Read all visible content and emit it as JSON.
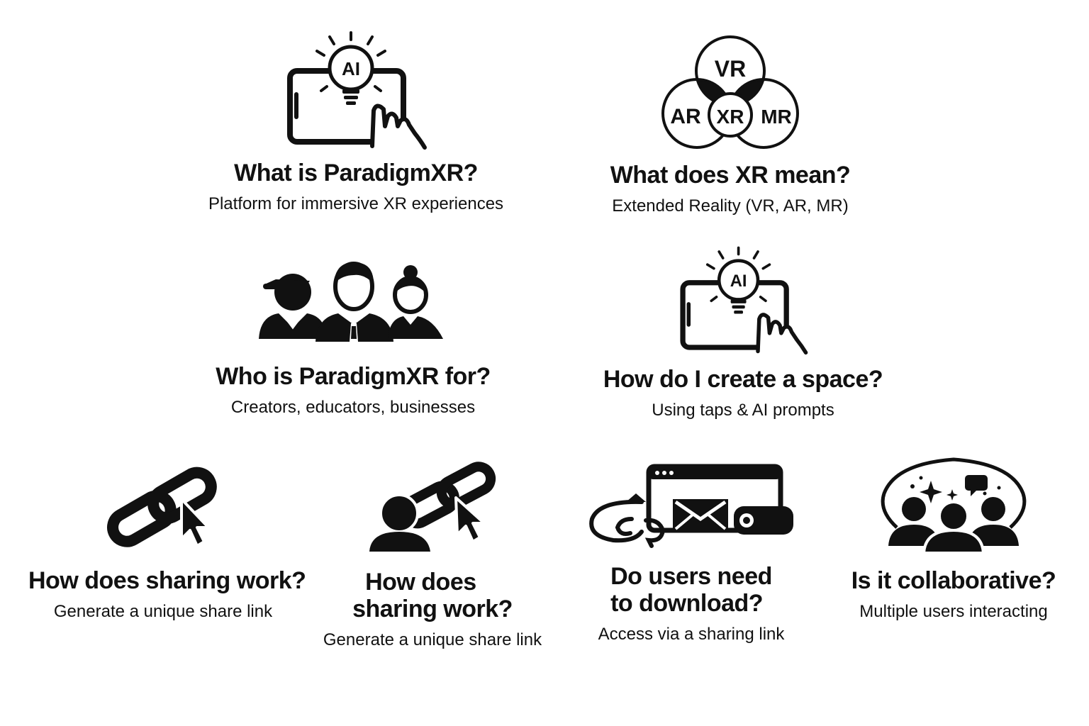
{
  "faqs": [
    {
      "question": "What is ParadigmXR?",
      "answer": "Platform for immersive XR experiences",
      "icon": "tablet-ai-bulb-touch-icon"
    },
    {
      "question": "What does XR mean?",
      "answer": "Extended Reality (VR, AR, MR)",
      "icon": "xr-venn-diagram-icon",
      "venn": {
        "top": "VR",
        "left": "AR",
        "center": "XR",
        "right": "MR"
      }
    },
    {
      "question": "Who is ParadigmXR for?",
      "answer": "Creators, educators, businesses",
      "icon": "people-group-icon"
    },
    {
      "question": "How do I create a space?",
      "answer": "Using taps & AI prompts",
      "icon": "tablet-ai-bulb-touch-icon"
    },
    {
      "question": "How does sharing work?",
      "answer": "Generate a unique share link",
      "icon": "chain-link-cursor-icon"
    },
    {
      "question_lines": [
        "How does",
        "sharing work?"
      ],
      "answer": "Generate a unique share link",
      "icon": "user-chain-link-cursor-icon"
    },
    {
      "question_lines": [
        "Do users need",
        "to download?"
      ],
      "answer": "Access via a sharing link",
      "icon": "browser-email-vr-headset-icon"
    },
    {
      "question": "Is it collaborative?",
      "answer": "Multiple users interacting",
      "icon": "collaborating-users-icon"
    }
  ],
  "bulb_label": "AI",
  "colors": {
    "ink": "#111111",
    "background": "#ffffff"
  }
}
